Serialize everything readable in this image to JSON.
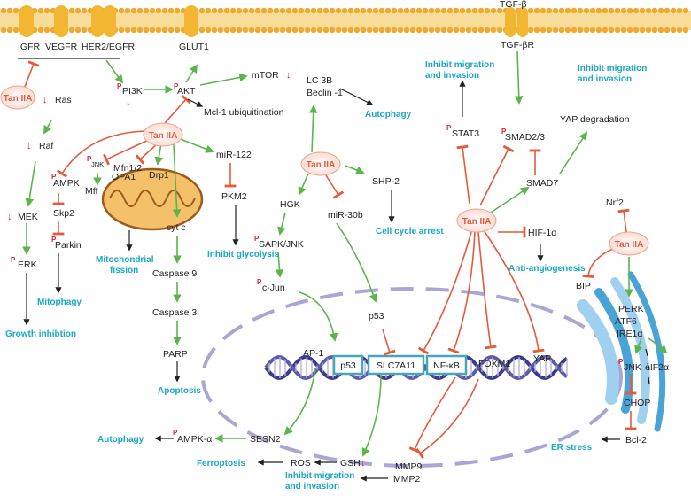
{
  "colors": {
    "activation": "#5ab54a",
    "inhibition": "#e55a3a",
    "outcome": "#1aa7c4",
    "tan_fill": "#fde6df",
    "receptor": "#f2b632",
    "membrane": "#f8dc9a",
    "dna_strand": "#3d3a8c",
    "dna_box": "#48a6b8",
    "er": "#4aa3d6",
    "nucleus_dash": "#a9a6d4",
    "mito_outer": "#f5c06a",
    "mito_inner": "#9c5a1c"
  },
  "glyphs": {
    "phospho": "P",
    "down_arrow": "↓"
  },
  "drug": {
    "label": "Tan IIA"
  },
  "receptors": {
    "igfr": "IGFR",
    "vegfr": "VEGFR",
    "her2": "HER2/EGFR",
    "glut1": "GLUT1",
    "tgfb": "TGF-β",
    "tgfbr": "TGF-βR"
  },
  "nodes": {
    "ras": "Ras",
    "raf": "Raf",
    "mek": "MEK",
    "erk": "ERK",
    "pi3k": "PI3K",
    "akt": "AKT",
    "mtor": "mTOR",
    "mcl1": "Mcl-1 ubiquitination",
    "ampk": "AMPK",
    "skp2": "Skp2",
    "parkin": "Parkin",
    "jnk_small": "JNK",
    "mff": "Mff",
    "mfn": "Mfn1/2",
    "opa1": "OPA1",
    "drp1": "Drp1",
    "cytc": "cyt c",
    "casp9": "Caspase 9",
    "casp3": "Caspase 3",
    "parp": "PARP",
    "mir122": "miR-122",
    "pkm2": "PKM2",
    "lc3b": "LC 3B",
    "beclin": "Beclin -1",
    "shp2": "SHP-2",
    "hgk": "HGK",
    "mir30b": "miR-30b",
    "sapk": "SAPK/JNK",
    "cjun": "c-Jun",
    "p53_mid": "p53",
    "ap1": "AP-1",
    "foxm1": "FOXM1",
    "yap": "YAP",
    "stat3": "STAT3",
    "smad23": "SMAD2/3",
    "smad7": "SMAD7",
    "yapdeg": "YAP degradation",
    "hif1a": "HIF-1α",
    "nrf2": "Nrf2",
    "bip": "BIP",
    "perk": "PERK",
    "atf6": "ATF6",
    "ire1a": "IRE1α",
    "jnk_er": "JNK",
    "eif2a": "eIF2α",
    "chop": "CHOP",
    "bcl2": "Bcl-2",
    "sesn2": "SESN2",
    "ampka": "AMPK-α",
    "ros": "ROS",
    "gsh": "GSH",
    "mmp9": "MMP9",
    "mmp2": "MMP2"
  },
  "dna_boxes": {
    "p53": "p53",
    "slc7a11": "SLC7A11",
    "nfkb": "NF-κB"
  },
  "outcomes": {
    "growth": "Growth inhibtion",
    "mitophagy": "Mitophagy",
    "fission_1": "Mitochondrial",
    "fission_2": "fission",
    "apoptosis": "Apoptosis",
    "glycolysis": "Inhibit glycolysis",
    "autophagy_top": "Autophagy",
    "cellcycle": "Cell cycle arrest",
    "migration_l1": "Inhibit migration",
    "migration_l2": "and invasion",
    "migration_r1": "Inhibit migration",
    "migration_r2": "and invasion",
    "angio": "Anti-angiogenesis",
    "er_stress": "ER stress",
    "autophagy_bottom": "Autophagy",
    "ferroptosis": "Ferroptosis",
    "migration_b1": "Inhibit migration",
    "migration_b2": "and invasion"
  }
}
